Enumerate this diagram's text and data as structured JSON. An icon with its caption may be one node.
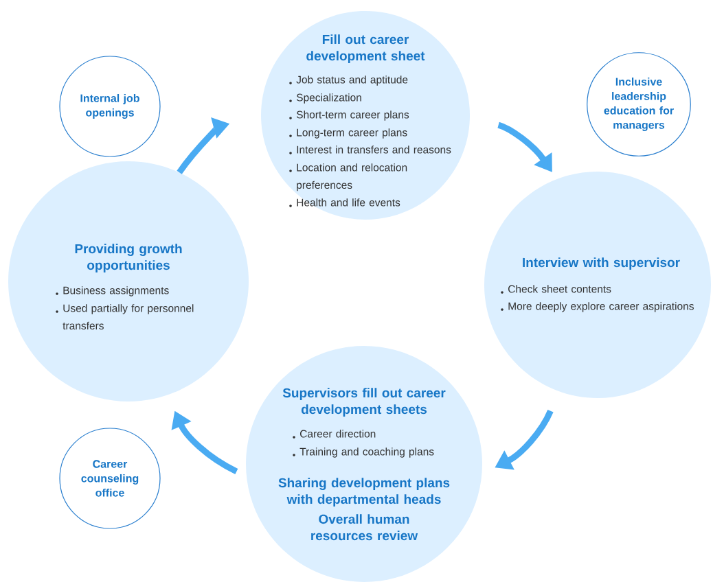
{
  "diagram": {
    "nodes": [
      {
        "text": [
          "Internal job openings"
        ]
      },
      {
        "text": [
          "Fill out career development sheet",
          "Job status and aptitude",
          "Specialization",
          "Short-term career plans",
          "Long-term career plans",
          "Interest in transfers and reasons",
          "Location and relocation preferences",
          "Health and life events"
        ]
      },
      {
        "text": [
          "Inclusive leadership education for managers"
        ]
      },
      {
        "text": [
          "Providing growth opportunities",
          "Business assignments",
          "Used partially for personnel transfers"
        ]
      },
      {
        "text": [
          "Interview with supervisor",
          "Check sheet contents",
          "More deeply explore career aspirations"
        ]
      },
      {
        "text": [
          "Career counseling office"
        ]
      },
      {
        "text": [
          "Supervisors fill out career development sheets",
          "Career direction",
          "Training and coaching plans",
          "Sharing development plans with departmental heads",
          "Overall human resources review"
        ]
      }
    ],
    "edges": [
      {
        "from": 3,
        "to": 1,
        "arrow": "to"
      },
      {
        "from": 1,
        "to": 4,
        "arrow": "to"
      },
      {
        "from": 4,
        "to": 6,
        "arrow": "to"
      },
      {
        "from": 6,
        "to": 3,
        "arrow": "to"
      }
    ]
  }
}
